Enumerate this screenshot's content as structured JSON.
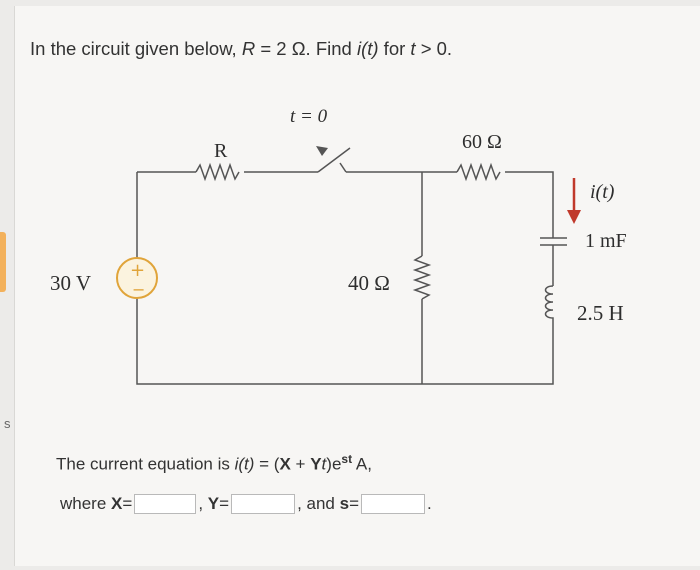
{
  "question": {
    "prefix": "In the circuit given below, ",
    "var_R": "R",
    "given": " = 2 Ω. Find ",
    "func": "i(t)",
    "suffix": " for ",
    "var_t": "t",
    "cond": " > 0."
  },
  "circuit": {
    "resistor_R_label": "R",
    "switch_label": "t = 0",
    "r60_label": "60 Ω",
    "current_label": "i(t)",
    "cap_label": "1 mF",
    "source_label": "30 V",
    "r40_label": "40 Ω",
    "inductor_label": "2.5 H",
    "plus_sign": "+",
    "minus_sign": "−"
  },
  "answer": {
    "prefix": "The current equation is ",
    "func": "i(t)",
    "eq": " = (",
    "X": "X",
    "plus": " + ",
    "Y": "Y",
    "t": "t",
    "close": ")e",
    "exp": "st",
    "unit": " A,"
  },
  "fields": {
    "where": "where ",
    "X_label": "X",
    "eq1": " =",
    "x_value": "",
    "sep1": ", ",
    "Y_label": "Y",
    "eq2": " =",
    "y_value": "",
    "sep2": ", and ",
    "s_label": "s",
    "eq3": " =",
    "s_value": "",
    "end": "."
  },
  "side_letter": "s"
}
